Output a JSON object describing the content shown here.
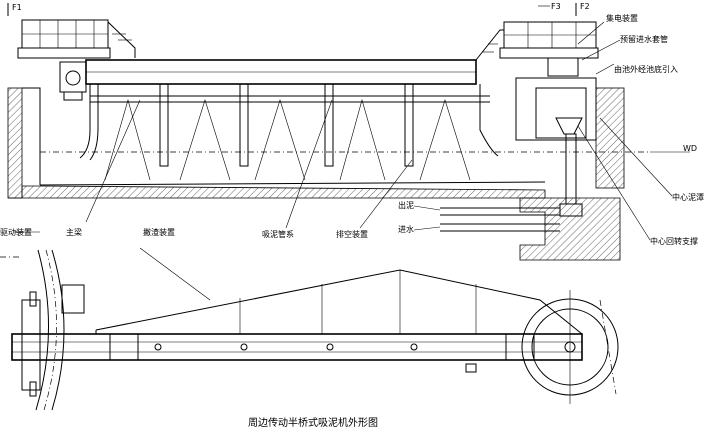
{
  "caption": "周边传动半桥式吸泥机外形图",
  "top_labels": {
    "f1": "F1",
    "f3": "F3",
    "f2": "F2",
    "collector": "集电装置",
    "inlet_pipe": "预留进水套管",
    "inflow": "由池外经池底引入",
    "water_level": "WD",
    "center_well": "中心泥潭",
    "outlet": "出泥",
    "inlet": "进水",
    "center_support": "中心回转支撑"
  },
  "bottom_labels": {
    "drive_unit": "驱动装置",
    "main_beam": "主梁",
    "skimmer": "撇渣装置",
    "suction_pipe": "吸泥管系",
    "control": "排空装置"
  }
}
